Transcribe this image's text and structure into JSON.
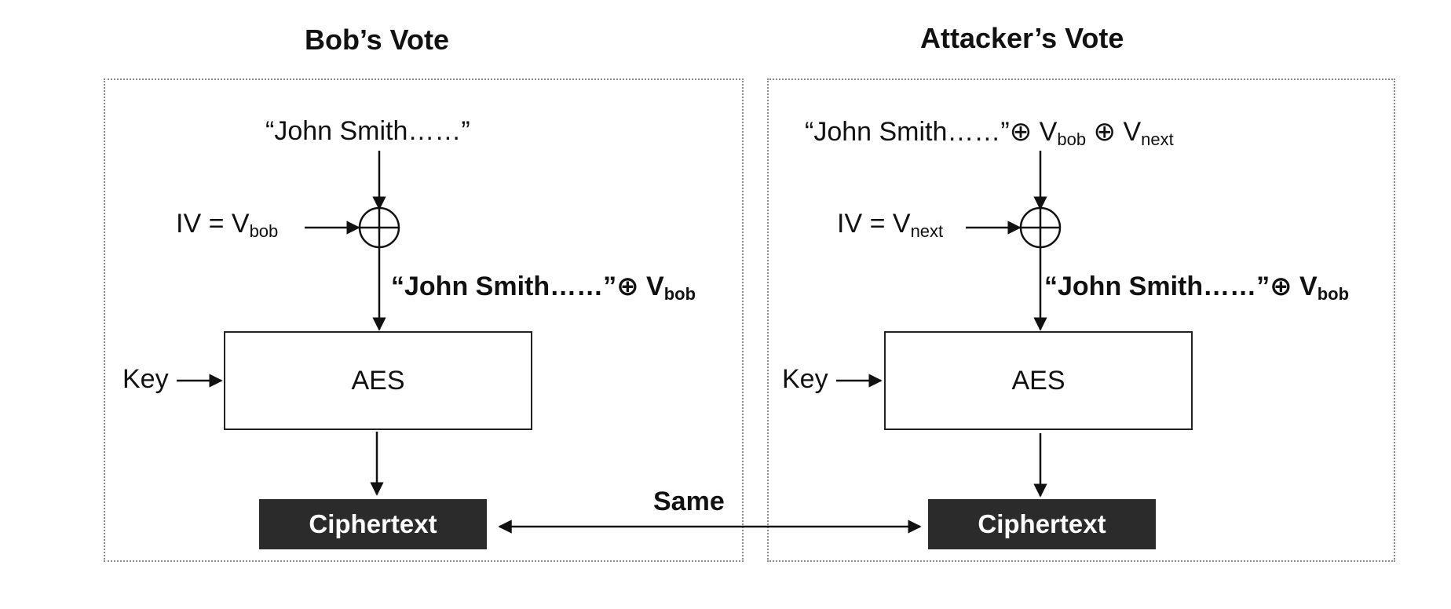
{
  "left": {
    "title": "Bob’s Vote",
    "plaintext": "“John Smith……”",
    "iv_prefix": "IV = V",
    "iv_sub": "bob",
    "xor_output_main": "“John Smith……”⊕ V",
    "xor_output_sub": "bob",
    "key_label": "Key",
    "aes_label": "AES",
    "cipher_label": "Ciphertext"
  },
  "right": {
    "title": "Attacker’s Vote",
    "plaintext_main": "“John Smith……”⊕ V",
    "plaintext_sub1": "bob",
    "plaintext_mid": " ⊕ V",
    "plaintext_sub2": "next",
    "iv_prefix": "IV = V",
    "iv_sub": "next",
    "xor_output_main": "“John Smith……”⊕ V",
    "xor_output_sub": "bob",
    "key_label": "Key",
    "aes_label": "AES",
    "cipher_label": "Ciphertext"
  },
  "comparison_label": "Same"
}
